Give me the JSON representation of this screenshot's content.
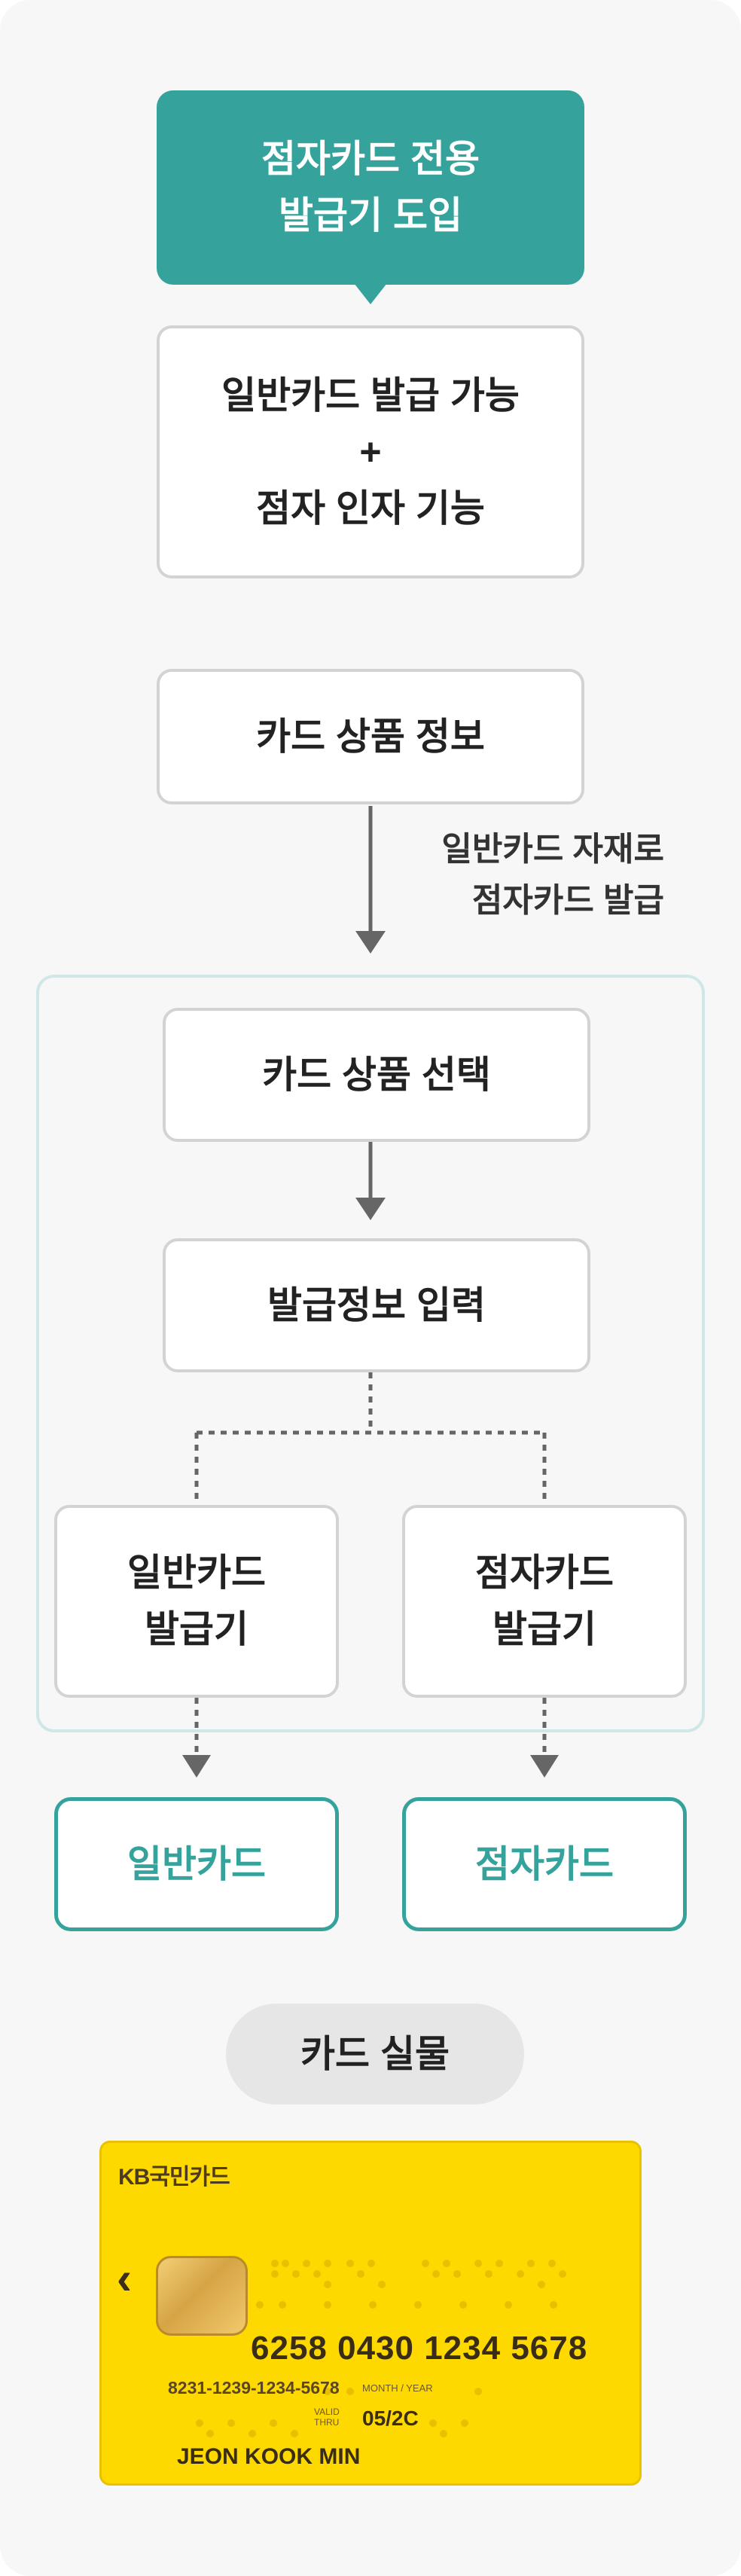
{
  "flow": {
    "header": "점자카드 전용\n발급기 도입",
    "capability": "일반카드 발급 가능\n+\n점자 인자 기능",
    "product_info": "카드 상품 정보",
    "note": "일반카드 자재로\n점자카드 발급",
    "select_product": "카드 상품 선택",
    "enter_info": "발급정보 입력",
    "general_issuer": "일반카드\n발급기",
    "braille_issuer": "점자카드\n발급기",
    "general_card": "일반카드",
    "braille_card": "점자카드",
    "actual_card": "카드 실물"
  },
  "card": {
    "brand": "KB국민카드",
    "chevron": "‹",
    "number": "6258 0430 1234 5678",
    "sub_number": "8231-1239-1234-5678",
    "sub_label": "MONTH / YEAR",
    "valid_label": "VALID\nTHRU",
    "expiry": "05/2C",
    "holder": "JEON KOOK MIN"
  },
  "colors": {
    "teal": "#35a39b",
    "card_yellow": "#fed900"
  }
}
